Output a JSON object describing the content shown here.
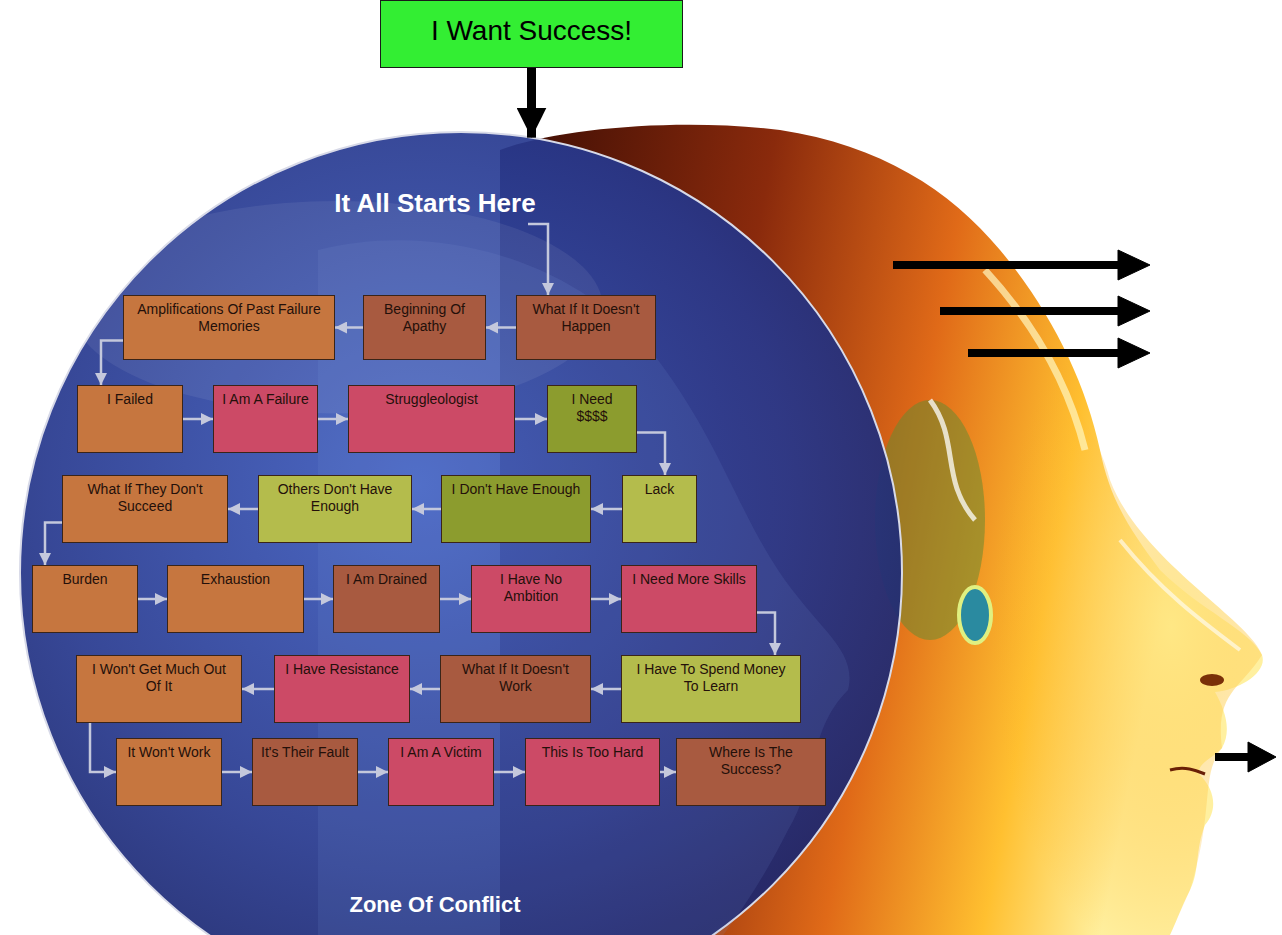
{
  "diagram": {
    "nodes": [
      {
        "text": [
          "I Want Success!"
        ]
      },
      {
        "text": [
          "It All Starts Here",
          "Zone Of Conflict"
        ]
      },
      {
        "text": [
          "What If It Doesn't Happen"
        ],
        "in": 1
      },
      {
        "text": [
          "Beginning Of Apathy"
        ],
        "in": 1
      },
      {
        "text": [
          "Amplifications Of Past Failure Memories"
        ],
        "in": 1
      },
      {
        "text": [
          "I Failed"
        ],
        "in": 1
      },
      {
        "text": [
          "I Am A Failure"
        ],
        "in": 1
      },
      {
        "text": [
          "Struggleologist"
        ],
        "in": 1
      },
      {
        "text": [
          "I Need $$$$"
        ],
        "in": 1
      },
      {
        "text": [
          "Lack"
        ],
        "in": 1
      },
      {
        "text": [
          "I Don't Have Enough"
        ],
        "in": 1
      },
      {
        "text": [
          "Others Don't Have Enough"
        ],
        "in": 1
      },
      {
        "text": [
          "What If They Don't Succeed"
        ],
        "in": 1
      },
      {
        "text": [
          "Burden"
        ],
        "in": 1
      },
      {
        "text": [
          "Exhaustion"
        ],
        "in": 1
      },
      {
        "text": [
          "I Am Drained"
        ],
        "in": 1
      },
      {
        "text": [
          "I Have No Ambition"
        ],
        "in": 1
      },
      {
        "text": [
          "I Need More Skills"
        ],
        "in": 1
      },
      {
        "text": [
          "I Have To Spend Money To Learn"
        ],
        "in": 1
      },
      {
        "text": [
          "What If It Doesn't Work"
        ],
        "in": 1
      },
      {
        "text": [
          "I Have Resistance"
        ],
        "in": 1
      },
      {
        "text": [
          "I Won't Get Much Out Of It"
        ],
        "in": 1
      },
      {
        "text": [
          "It Won't Work"
        ],
        "in": 1
      },
      {
        "text": [
          "It's Their Fault"
        ],
        "in": 1
      },
      {
        "text": [
          "I Am A Victim"
        ],
        "in": 1
      },
      {
        "text": [
          "This Is Too Hard"
        ],
        "in": 1
      },
      {
        "text": [
          "Where Is The Success?"
        ],
        "in": 1
      }
    ],
    "edges": [
      {
        "from": 0,
        "to": 1,
        "arrow": "to"
      },
      {
        "from": 1,
        "to": 2,
        "arrow": "to"
      },
      {
        "from": 2,
        "to": 3,
        "arrow": "to"
      },
      {
        "from": 3,
        "to": 4,
        "arrow": "to"
      },
      {
        "from": 4,
        "to": 5,
        "arrow": "to"
      },
      {
        "from": 5,
        "to": 6,
        "arrow": "to"
      },
      {
        "from": 6,
        "to": 7,
        "arrow": "to"
      },
      {
        "from": 7,
        "to": 8,
        "arrow": "to"
      },
      {
        "from": 8,
        "to": 9,
        "arrow": "to"
      },
      {
        "from": 9,
        "to": 10,
        "arrow": "to"
      },
      {
        "from": 10,
        "to": 11,
        "arrow": "to"
      },
      {
        "from": 11,
        "to": 12,
        "arrow": "to"
      },
      {
        "from": 12,
        "to": 13,
        "arrow": "to"
      },
      {
        "from": 13,
        "to": 14,
        "arrow": "to"
      },
      {
        "from": 14,
        "to": 15,
        "arrow": "to"
      },
      {
        "from": 15,
        "to": 16,
        "arrow": "to"
      },
      {
        "from": 16,
        "to": 17,
        "arrow": "to"
      },
      {
        "from": 17,
        "to": 18,
        "arrow": "to"
      },
      {
        "from": 18,
        "to": 19,
        "arrow": "to"
      },
      {
        "from": 19,
        "to": 20,
        "arrow": "to"
      },
      {
        "from": 20,
        "to": 21,
        "arrow": "to"
      },
      {
        "from": 21,
        "to": 22,
        "arrow": "to"
      },
      {
        "from": 22,
        "to": 23,
        "arrow": "to"
      },
      {
        "from": 23,
        "to": 24,
        "arrow": "to"
      },
      {
        "from": 24,
        "to": 25,
        "arrow": "to"
      },
      {
        "from": 25,
        "to": 26,
        "arrow": "to"
      }
    ]
  }
}
